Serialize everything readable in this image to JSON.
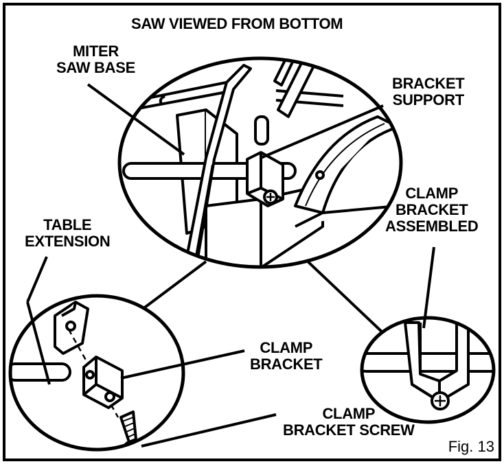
{
  "figure": {
    "title": "SAW VIEWED FROM BOTTOM",
    "figure_number": "Fig. 13",
    "labels": {
      "miter_saw_base": [
        "MITER",
        "SAW BASE"
      ],
      "bracket_support": [
        "BRACKET",
        "SUPPORT"
      ],
      "clamp_bracket_assembled": [
        "CLAMP",
        "BRACKET",
        "ASSEMBLED"
      ],
      "table_extension": [
        "TABLE",
        "EXTENSION"
      ],
      "clamp_bracket": [
        "CLAMP",
        "BRACKET"
      ],
      "clamp_bracket_screw": [
        "CLAMP",
        "BRACKET SCREW"
      ]
    }
  },
  "colors": {
    "ink": "#000000",
    "paper": "#ffffff"
  }
}
